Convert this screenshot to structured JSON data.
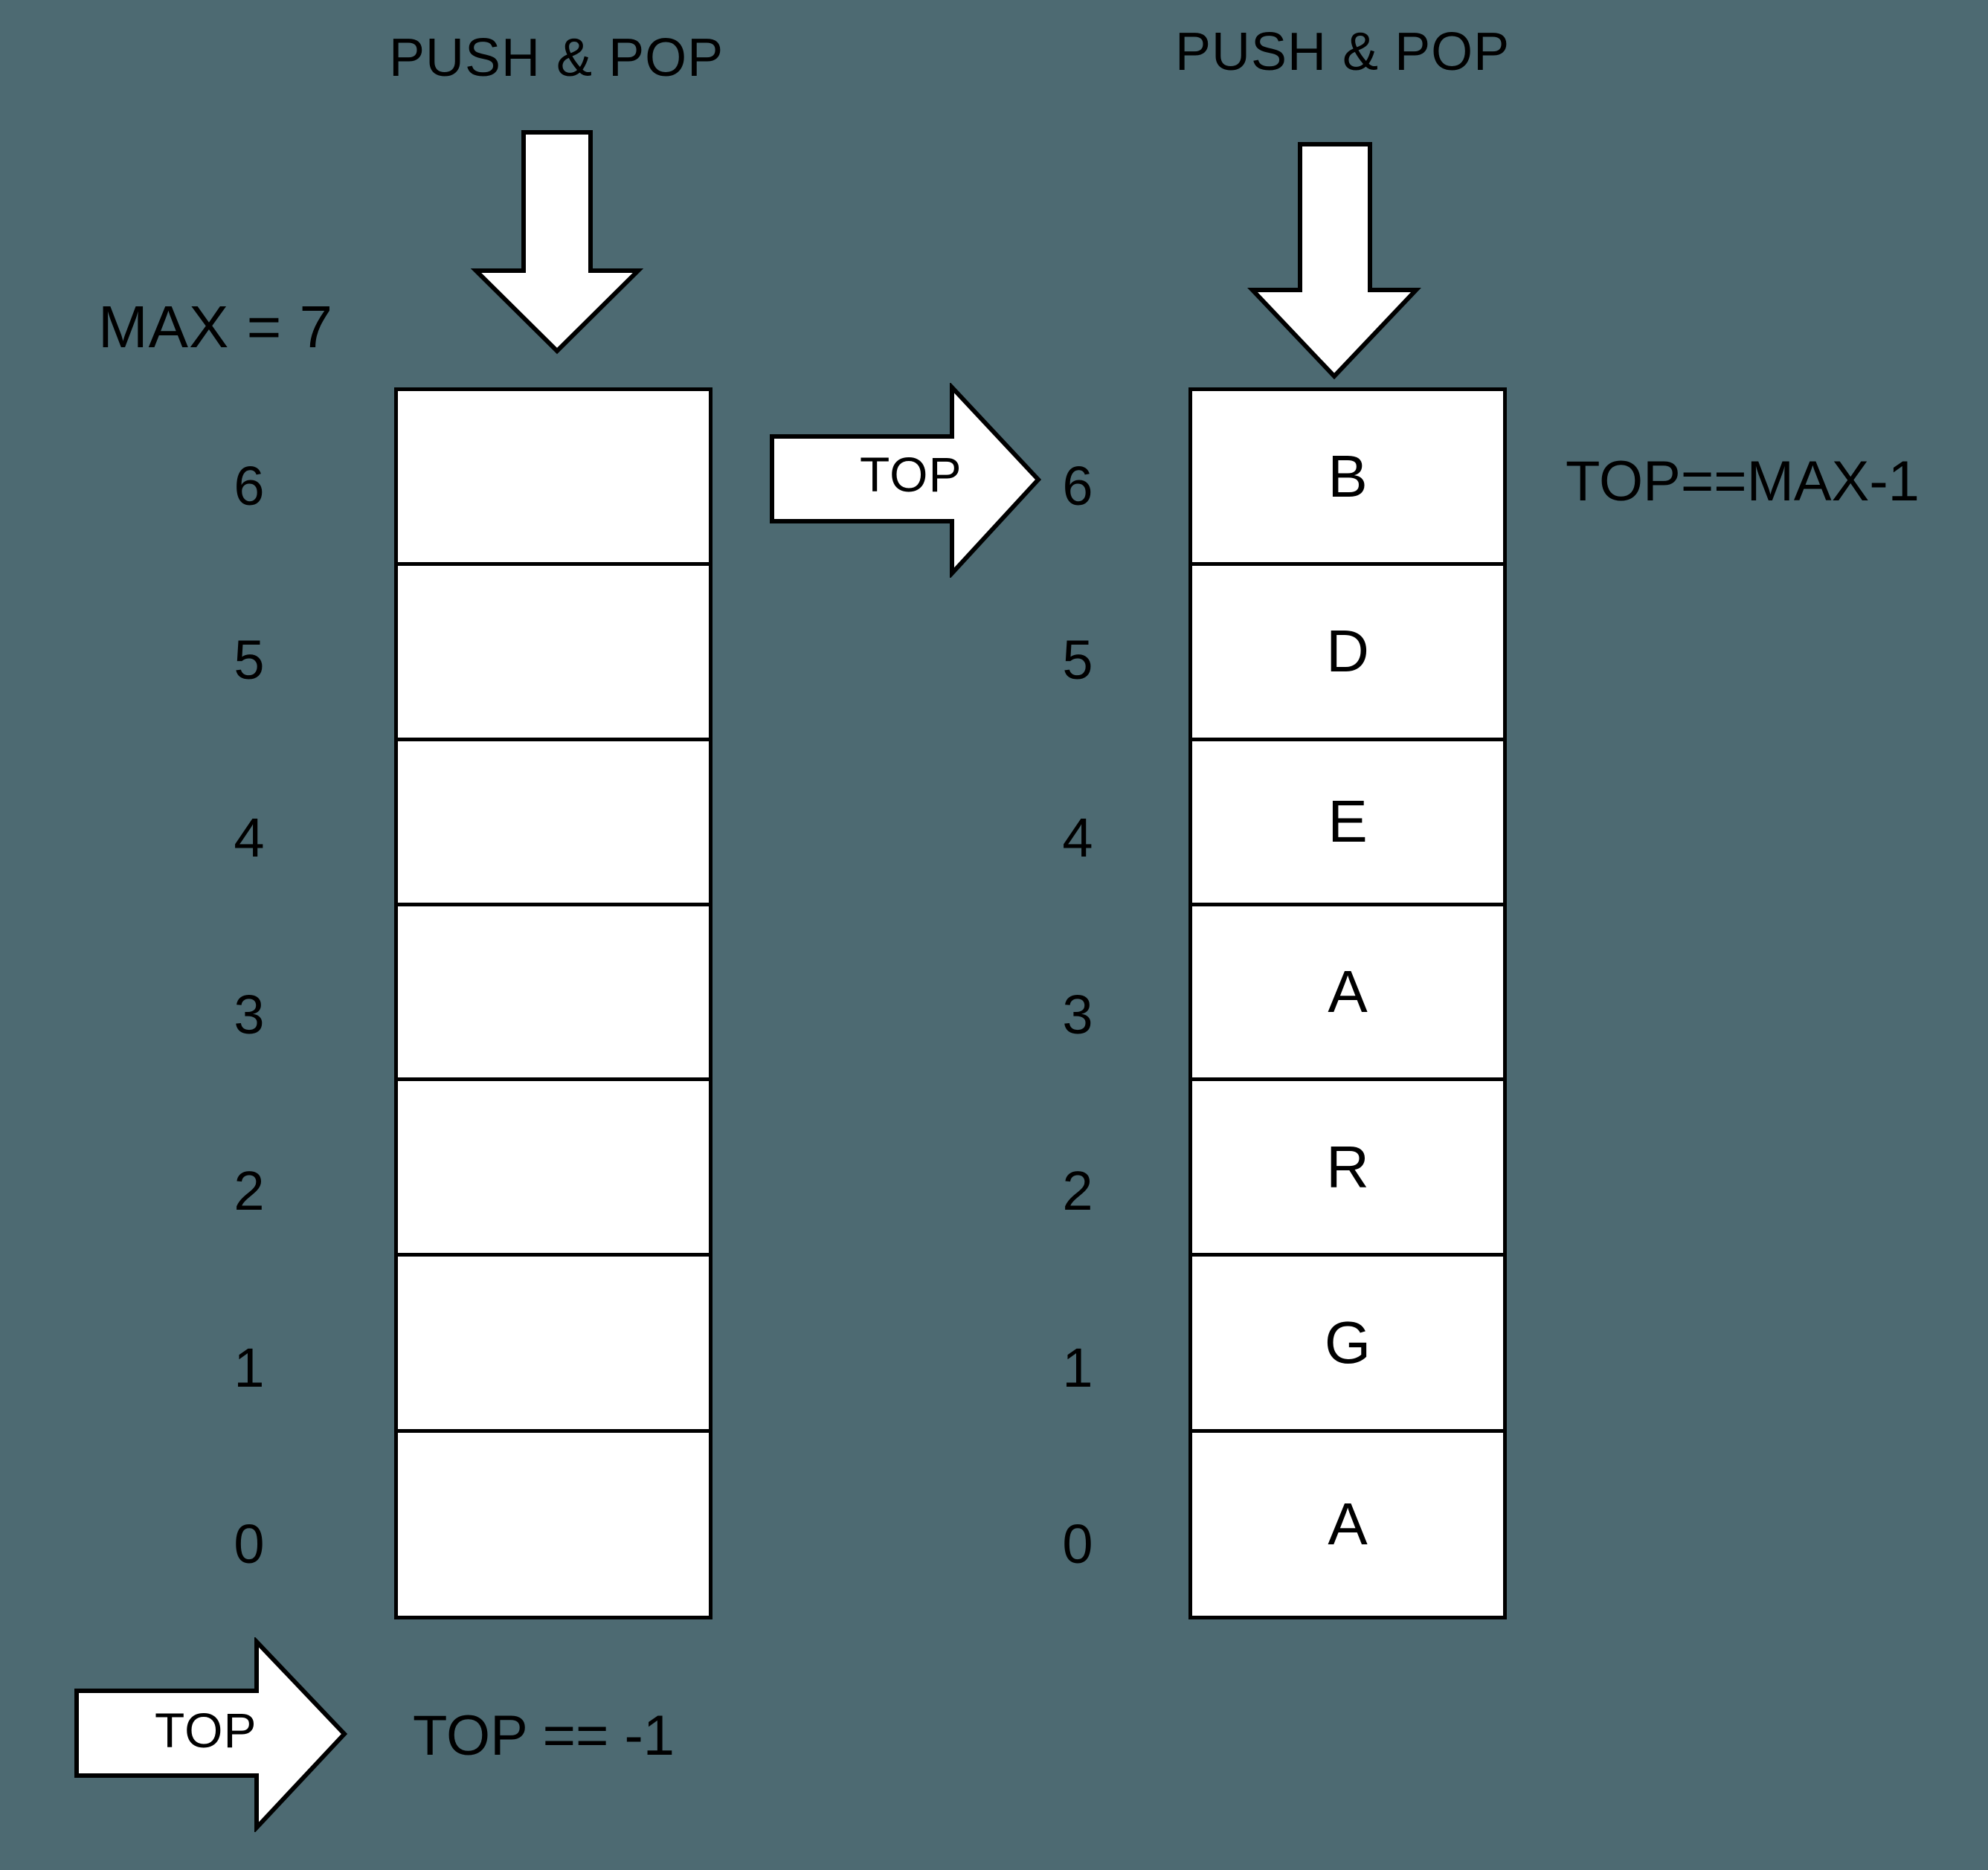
{
  "diagram": {
    "title": "Stack PUSH and POP with TOP pointer",
    "background_color": "#4d6a72",
    "shape_fill_color": "#ffffff",
    "shape_stroke_color": "#000000"
  },
  "left_panel": {
    "push_pop_label": "PUSH & POP",
    "max_label": "MAX = 7",
    "indices": [
      "6",
      "5",
      "4",
      "3",
      "2",
      "1",
      "0"
    ],
    "cells": [
      "",
      "",
      "",
      "",
      "",
      "",
      ""
    ],
    "bottom_arrow_label": "TOP",
    "bottom_condition": "TOP == -1"
  },
  "middle_arrow": {
    "label": "TOP"
  },
  "right_panel": {
    "push_pop_label": "PUSH & POP",
    "indices": [
      "6",
      "5",
      "4",
      "3",
      "2",
      "1",
      "0"
    ],
    "cells": [
      "B",
      "D",
      "E",
      "A",
      "R",
      "G",
      "A"
    ],
    "condition": "TOP==MAX-1"
  }
}
